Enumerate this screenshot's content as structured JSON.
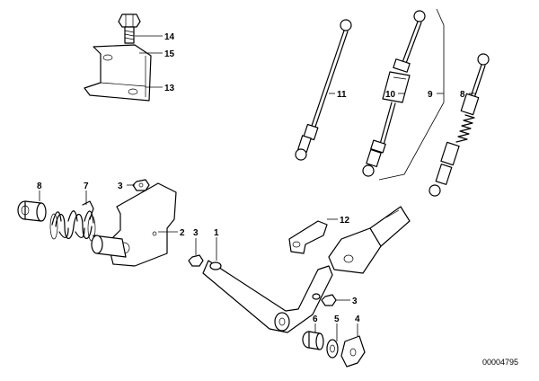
{
  "document_number": "00004795",
  "callouts": [
    {
      "id": "c14",
      "label": "14"
    },
    {
      "id": "c15",
      "label": "15"
    },
    {
      "id": "c13",
      "label": "13"
    },
    {
      "id": "c11",
      "label": "11"
    },
    {
      "id": "c10",
      "label": "10"
    },
    {
      "id": "c9",
      "label": "9"
    },
    {
      "id": "c8_top",
      "label": "8"
    },
    {
      "id": "c8_left",
      "label": "8"
    },
    {
      "id": "c7",
      "label": "7"
    },
    {
      "id": "c3_top",
      "label": "3"
    },
    {
      "id": "c2",
      "label": "2"
    },
    {
      "id": "c3_mid",
      "label": "3"
    },
    {
      "id": "c1",
      "label": "1"
    },
    {
      "id": "c12",
      "label": "12"
    },
    {
      "id": "c3_right",
      "label": "3"
    },
    {
      "id": "c6",
      "label": "6"
    },
    {
      "id": "c5",
      "label": "5"
    },
    {
      "id": "c4",
      "label": "4"
    }
  ]
}
